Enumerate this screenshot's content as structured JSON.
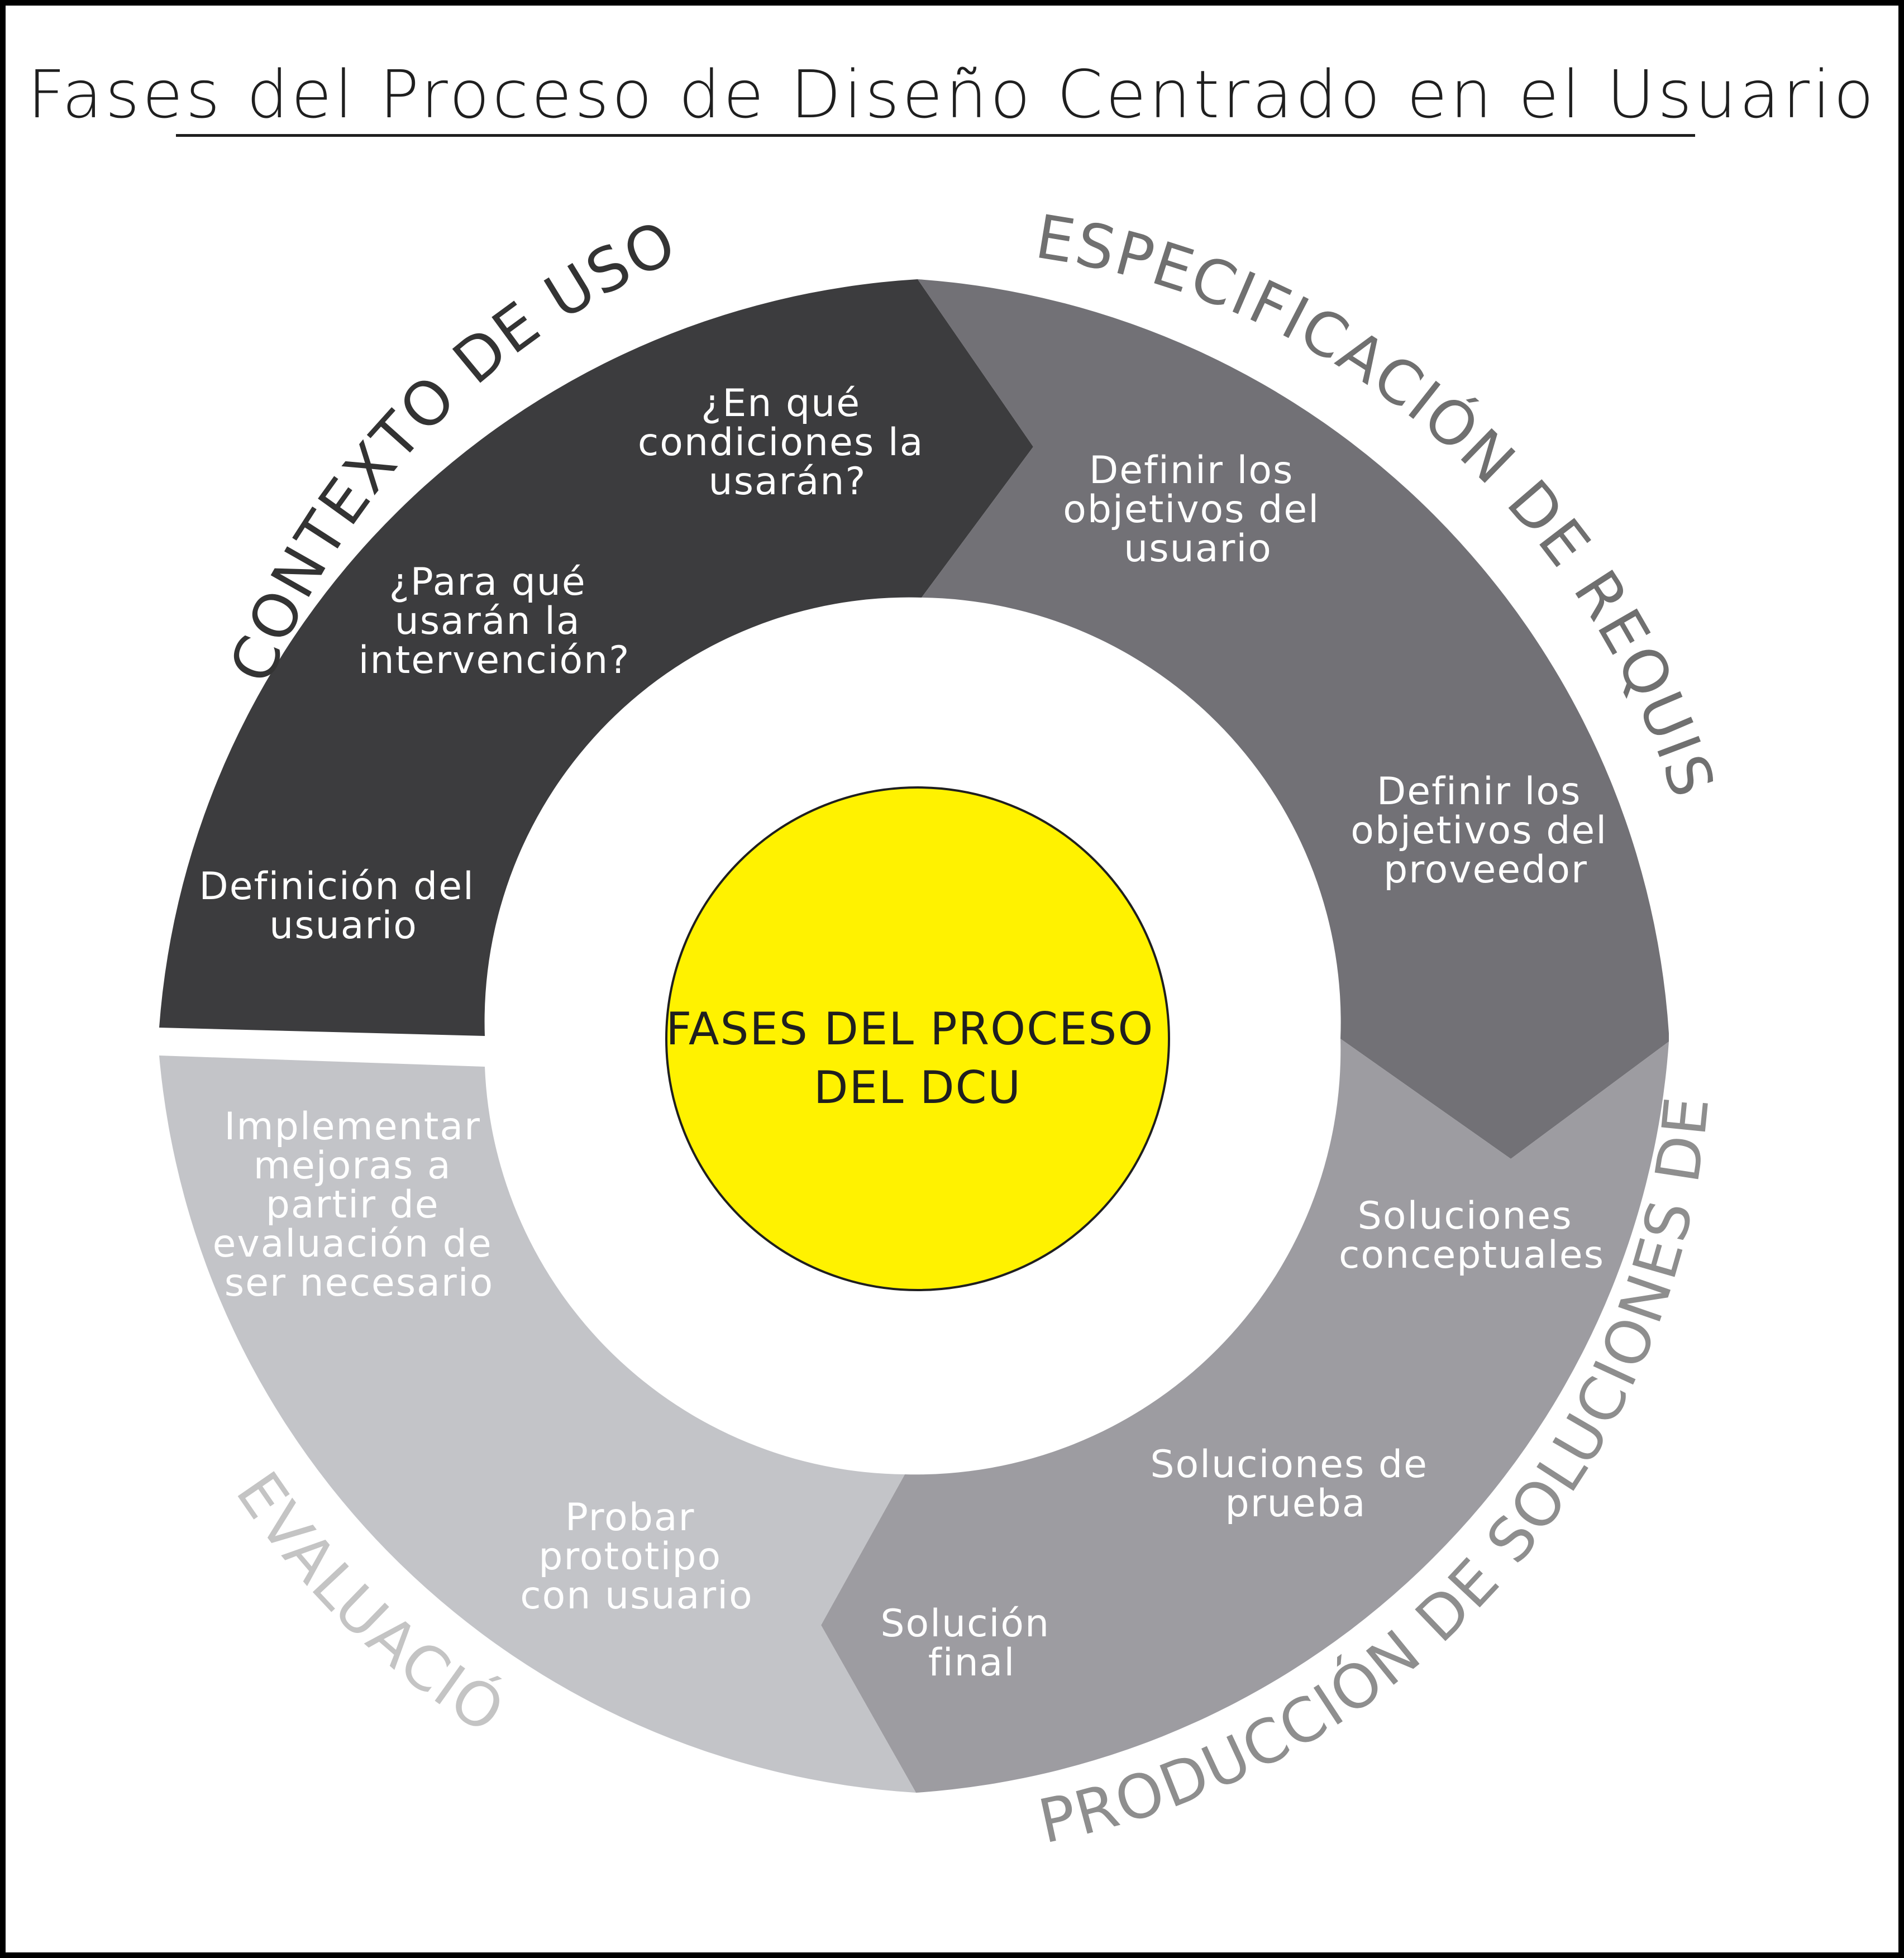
{
  "title": "Fases del Proceso de Diseño Centrado en el Usuario",
  "center": {
    "lines": [
      "FASES DEL PROCESO",
      "DEL DCU"
    ],
    "color": "#fff200"
  },
  "phases": [
    {
      "label": "CONTEXTO DE USO",
      "color": "#3c3c3e",
      "label_color": "#333333",
      "items": [
        {
          "lines": [
            "¿En qué",
            "condiciones la",
            "usarán?"
          ]
        },
        {
          "lines": [
            "¿Para qué",
            "usarán la",
            "intervención?"
          ]
        },
        {
          "lines": [
            "Definición del",
            "usuario"
          ]
        }
      ]
    },
    {
      "label": "ESPECIFICACIÓN DE REQUISITOS",
      "color": "#727176",
      "label_color": "#707070",
      "items": [
        {
          "lines": [
            "Definir los",
            "objetivos del",
            "usuario"
          ]
        },
        {
          "lines": [
            "Definir los",
            "objetivos del",
            "proveedor"
          ]
        }
      ]
    },
    {
      "label": "PRODUCCIÓN DE SOLUCIONES DE DISEÑO",
      "color": "#9d9ca1",
      "label_color": "#8e8e8e",
      "items": [
        {
          "lines": [
            "Soluciones",
            "conceptuales"
          ]
        },
        {
          "lines": [
            "Soluciones de",
            "prueba"
          ]
        },
        {
          "lines": [
            "Solución",
            "final"
          ]
        }
      ]
    },
    {
      "label": "EVALUACIÓN",
      "color": "#c3c4c8",
      "label_color": "#c4c4c4",
      "items": [
        {
          "lines": [
            "Implementar",
            "mejoras a",
            "partir de",
            "evaluación de",
            "ser necesario"
          ]
        },
        {
          "lines": [
            "Probar",
            "prototipo",
            "con usuario"
          ]
        }
      ]
    }
  ]
}
